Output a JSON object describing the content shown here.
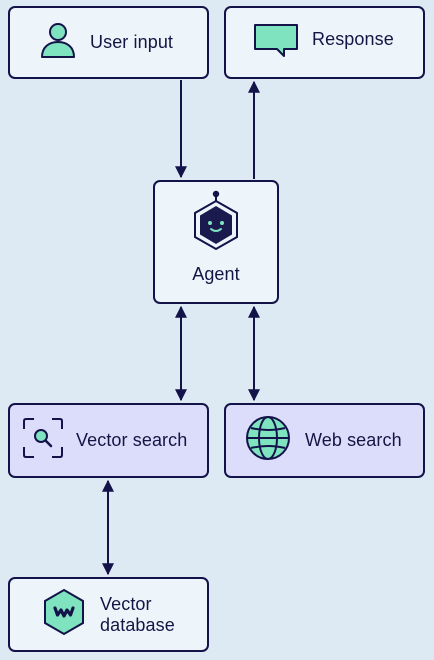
{
  "nodes": {
    "user_input": {
      "label": "User input",
      "icon": "user-icon"
    },
    "response": {
      "label": "Response",
      "icon": "chat-bubble-icon"
    },
    "agent": {
      "label": "Agent",
      "icon": "robot-hexagon-icon"
    },
    "vector_search": {
      "label": "Vector search",
      "icon": "search-focus-icon"
    },
    "web_search": {
      "label": "Web search",
      "icon": "globe-icon"
    },
    "vector_database": {
      "label_line1": "Vector",
      "label_line2": "database",
      "icon": "database-hexagon-icon"
    }
  },
  "edges": [
    {
      "from": "User input",
      "to": "Agent",
      "direction": "one-way"
    },
    {
      "from": "Agent",
      "to": "Response",
      "direction": "one-way"
    },
    {
      "from": "Agent",
      "to": "Vector search",
      "direction": "two-way"
    },
    {
      "from": "Agent",
      "to": "Web search",
      "direction": "two-way"
    },
    {
      "from": "Vector search",
      "to": "Vector database",
      "direction": "two-way"
    }
  ],
  "colors": {
    "background": "#dde9f3",
    "node_fill": "#eef5fa",
    "node_fill_purple": "#dcdcfb",
    "stroke": "#13134a",
    "accent_green": "#7fe3c0",
    "text": "#151545"
  }
}
